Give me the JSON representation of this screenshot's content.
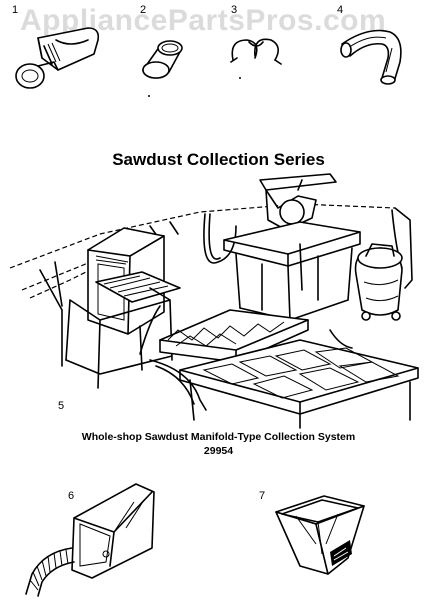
{
  "watermark": "AppliancePartsPros.com",
  "title": "Sawdust Collection Series",
  "caption": {
    "line1": "Whole-shop Sawdust Manifold-Type Collection System",
    "line2": "29954"
  },
  "part_numbers": {
    "p1": "1",
    "p2": "2",
    "p3": "3",
    "p4": "4",
    "p5": "5",
    "p6": "6",
    "p7": "7"
  }
}
